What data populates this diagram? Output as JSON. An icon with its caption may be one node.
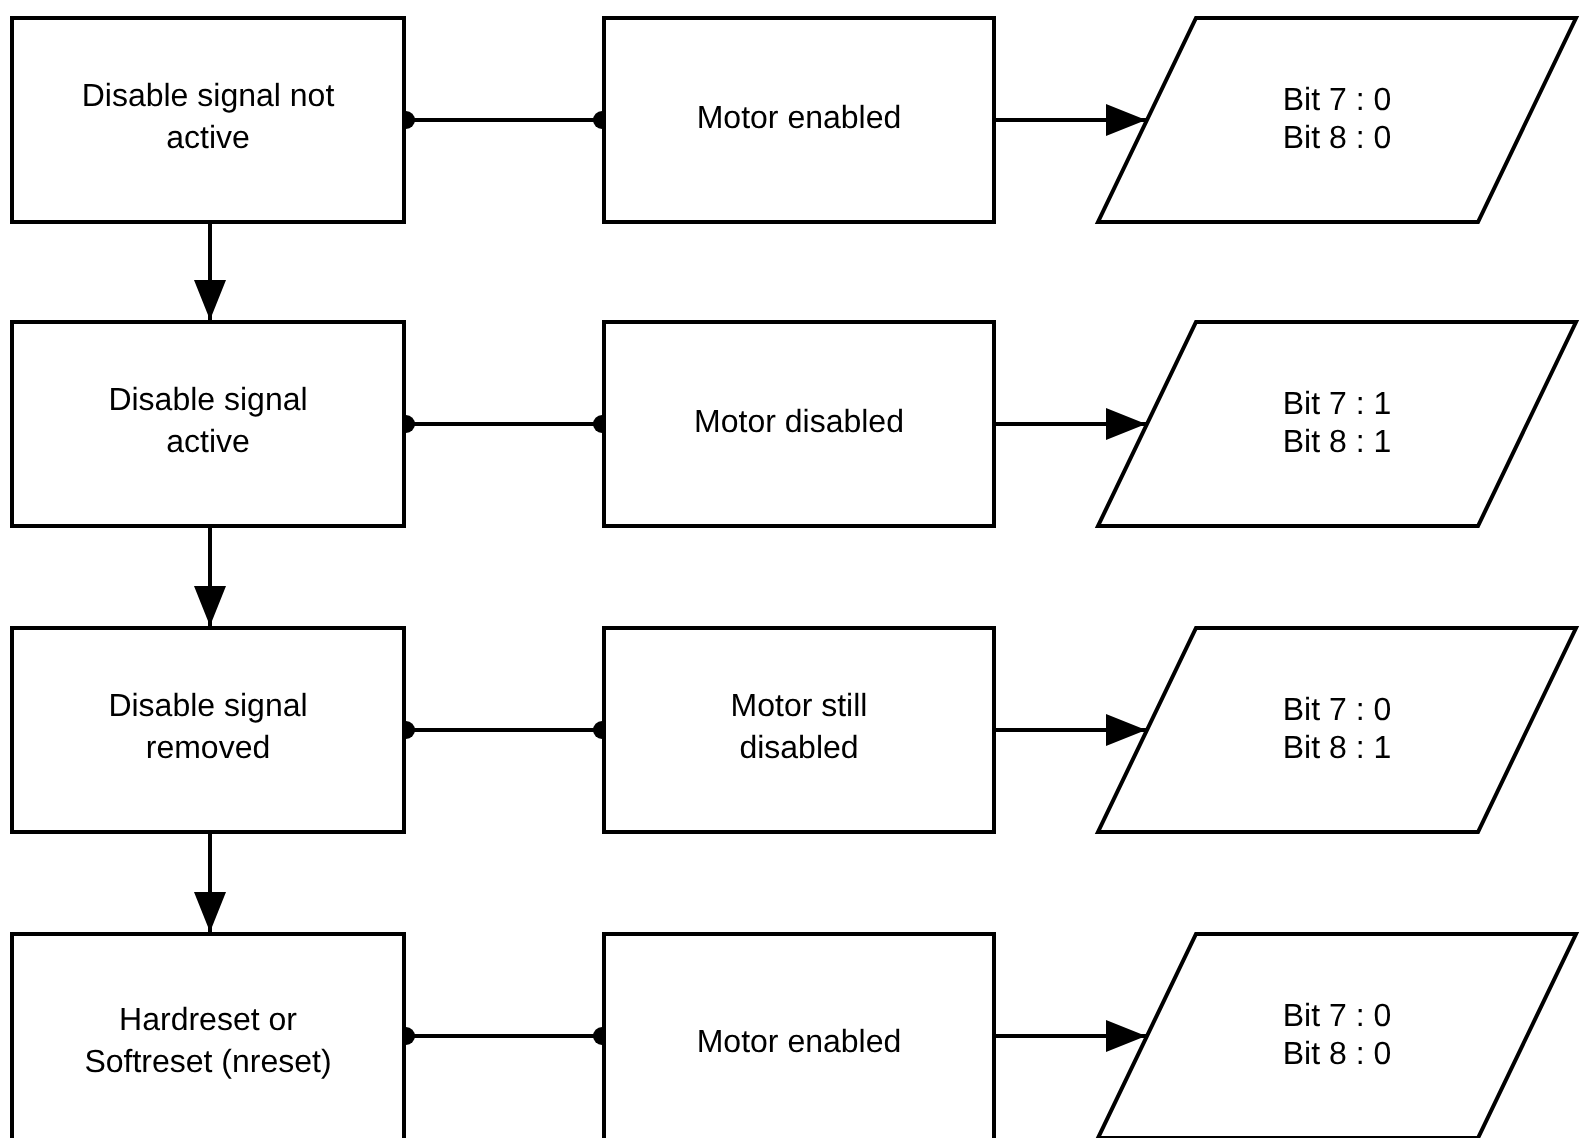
{
  "diagram": {
    "nodes": [
      {
        "text": [
          "Disable signal not active"
        ]
      },
      {
        "text": [
          "Motor enabled"
        ]
      },
      {
        "text": [
          "Bit 7 : 0",
          "Bit 8 : 0"
        ]
      },
      {
        "text": [
          "Disable signal active"
        ]
      },
      {
        "text": [
          "Motor disabled"
        ]
      },
      {
        "text": [
          "Bit 7 : 1",
          "Bit 8 : 1"
        ]
      },
      {
        "text": [
          "Disable signal removed"
        ]
      },
      {
        "text": [
          "Motor still disabled"
        ]
      },
      {
        "text": [
          "Bit 7 : 0",
          "Bit 8 : 1"
        ]
      },
      {
        "text": [
          "Hardreset or Softreset (nreset)"
        ]
      },
      {
        "text": [
          "Motor enabled"
        ]
      },
      {
        "text": [
          "Bit 7 : 0",
          "Bit 8 : 0"
        ]
      }
    ],
    "edges": [
      {
        "from": 0,
        "to": 1,
        "arrow": "other"
      },
      {
        "from": 1,
        "to": 2,
        "arrow": "to"
      },
      {
        "from": 0,
        "to": 3,
        "arrow": "to"
      },
      {
        "from": 3,
        "to": 4,
        "arrow": "other"
      },
      {
        "from": 4,
        "to": 5,
        "arrow": "to"
      },
      {
        "from": 3,
        "to": 6,
        "arrow": "to"
      },
      {
        "from": 6,
        "to": 7,
        "arrow": "other"
      },
      {
        "from": 7,
        "to": 8,
        "arrow": "to"
      },
      {
        "from": 6,
        "to": 9,
        "arrow": "to"
      },
      {
        "from": 9,
        "to": 10,
        "arrow": "other"
      },
      {
        "from": 10,
        "to": 11,
        "arrow": "to"
      }
    ]
  }
}
